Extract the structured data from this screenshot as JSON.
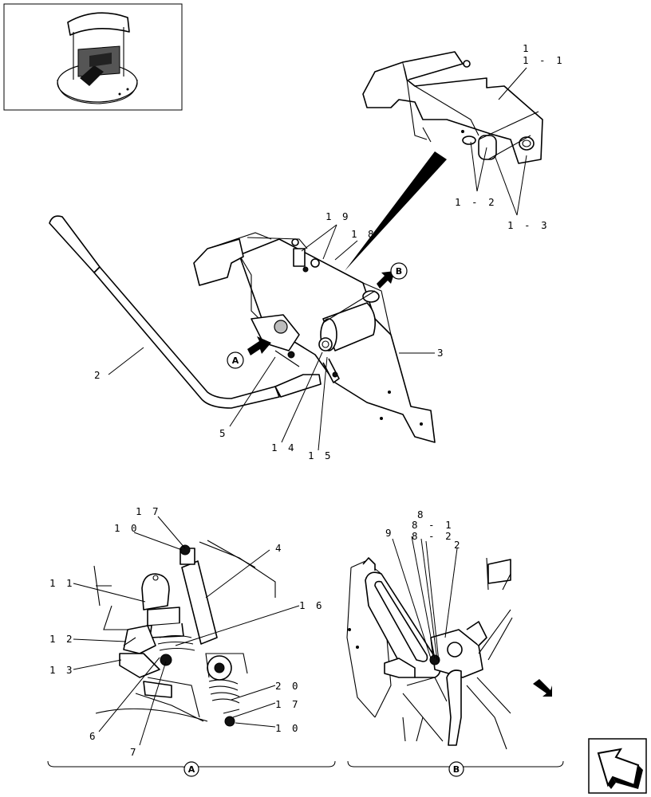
{
  "labels": {
    "l_1": "1",
    "l_1_1": "1 - 1",
    "l_1_2": "1 - 2",
    "l_1_3": "1 - 3",
    "l_19": "1 9",
    "l_18": "1 8",
    "l_2": "2",
    "l_3": "3",
    "l_5": "5",
    "l_14": "1 4",
    "l_15": "1 5",
    "l_17a": "1 7",
    "l_10a": "1 0",
    "l_4": "4",
    "l_11": "1 1",
    "l_16": "1 6",
    "l_12": "1 2",
    "l_13": "1 3",
    "l_20": "2 0",
    "l_17b": "1 7",
    "l_10b": "1 0",
    "l_6": "6",
    "l_7": "7",
    "l_8": "8",
    "l_8_1": "8 - 1",
    "l_8_2": "8 - 2",
    "l_9": "9",
    "l_2b": "2"
  },
  "callouts": {
    "view_a": "A",
    "view_b": "B",
    "detail_a": "A",
    "detail_b": "B"
  },
  "icons": {
    "nav": "navigation-arrow-icon",
    "locator": "machine-locator-thumbnail"
  }
}
